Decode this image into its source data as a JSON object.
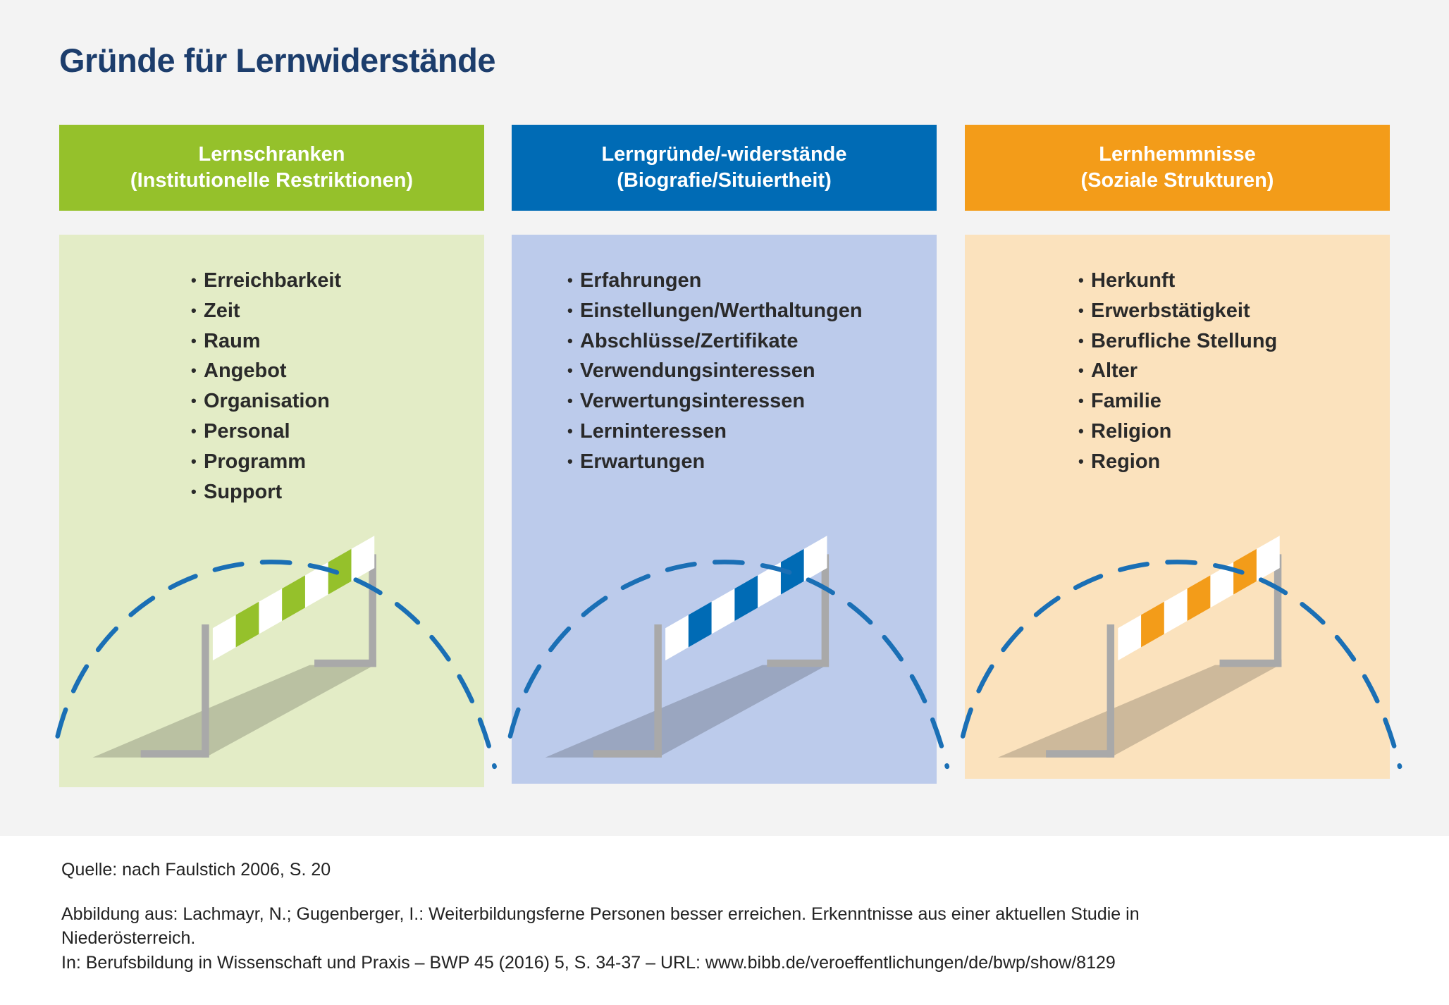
{
  "title": "Gründe für Lernwiderstände",
  "colors": {
    "green": "#95c12b",
    "blue": "#006bb5",
    "orange": "#f39c19",
    "green_light": "#e3ecc6",
    "blue_light": "#bccbeb",
    "orange_light": "#fbe2bd",
    "arc": "#1a6fb5",
    "title": "#1c3d6c"
  },
  "columns": [
    {
      "header_line1": "Lernschranken",
      "header_line2": "(Institutionelle Restriktionen)",
      "items": [
        "Erreichbarkeit",
        "Zeit",
        "Raum",
        "Angebot",
        "Organisation",
        "Personal",
        "Programm",
        "Support"
      ]
    },
    {
      "header_line1": "Lerngründe/-widerstände",
      "header_line2": "(Biografie/Situiertheit)",
      "items": [
        "Erfahrungen",
        "Einstellungen/Werthaltungen",
        "Abschlüsse/Zertifikate",
        "Verwendungsinteressen",
        "Verwertungsinteressen",
        "Lerninteressen",
        "Erwartungen"
      ]
    },
    {
      "header_line1": "Lernhemmnisse",
      "header_line2": "(Soziale Strukturen)",
      "items": [
        "Herkunft",
        "Erwerbstätigkeit",
        "Berufliche Stellung",
        "Alter",
        "Familie",
        "Religion",
        "Region"
      ]
    }
  ],
  "bullet": "•",
  "footer": {
    "source": "Quelle: nach Faulstich 2006, S. 20",
    "figure_line1": "Abbildung aus: Lachmayr, N.; Gugenberger, I.: Weiterbildungsferne Personen besser erreichen. Erkenntnisse aus einer aktuellen Studie in",
    "figure_line2": "Niederösterreich.",
    "figure_line3": "In: Berufsbildung in Wissenschaft und Praxis – BWP 45 (2016) 5, S. 34-37 – URL: www.bibb.de/veroeffentlichungen/de/bwp/show/8129"
  }
}
